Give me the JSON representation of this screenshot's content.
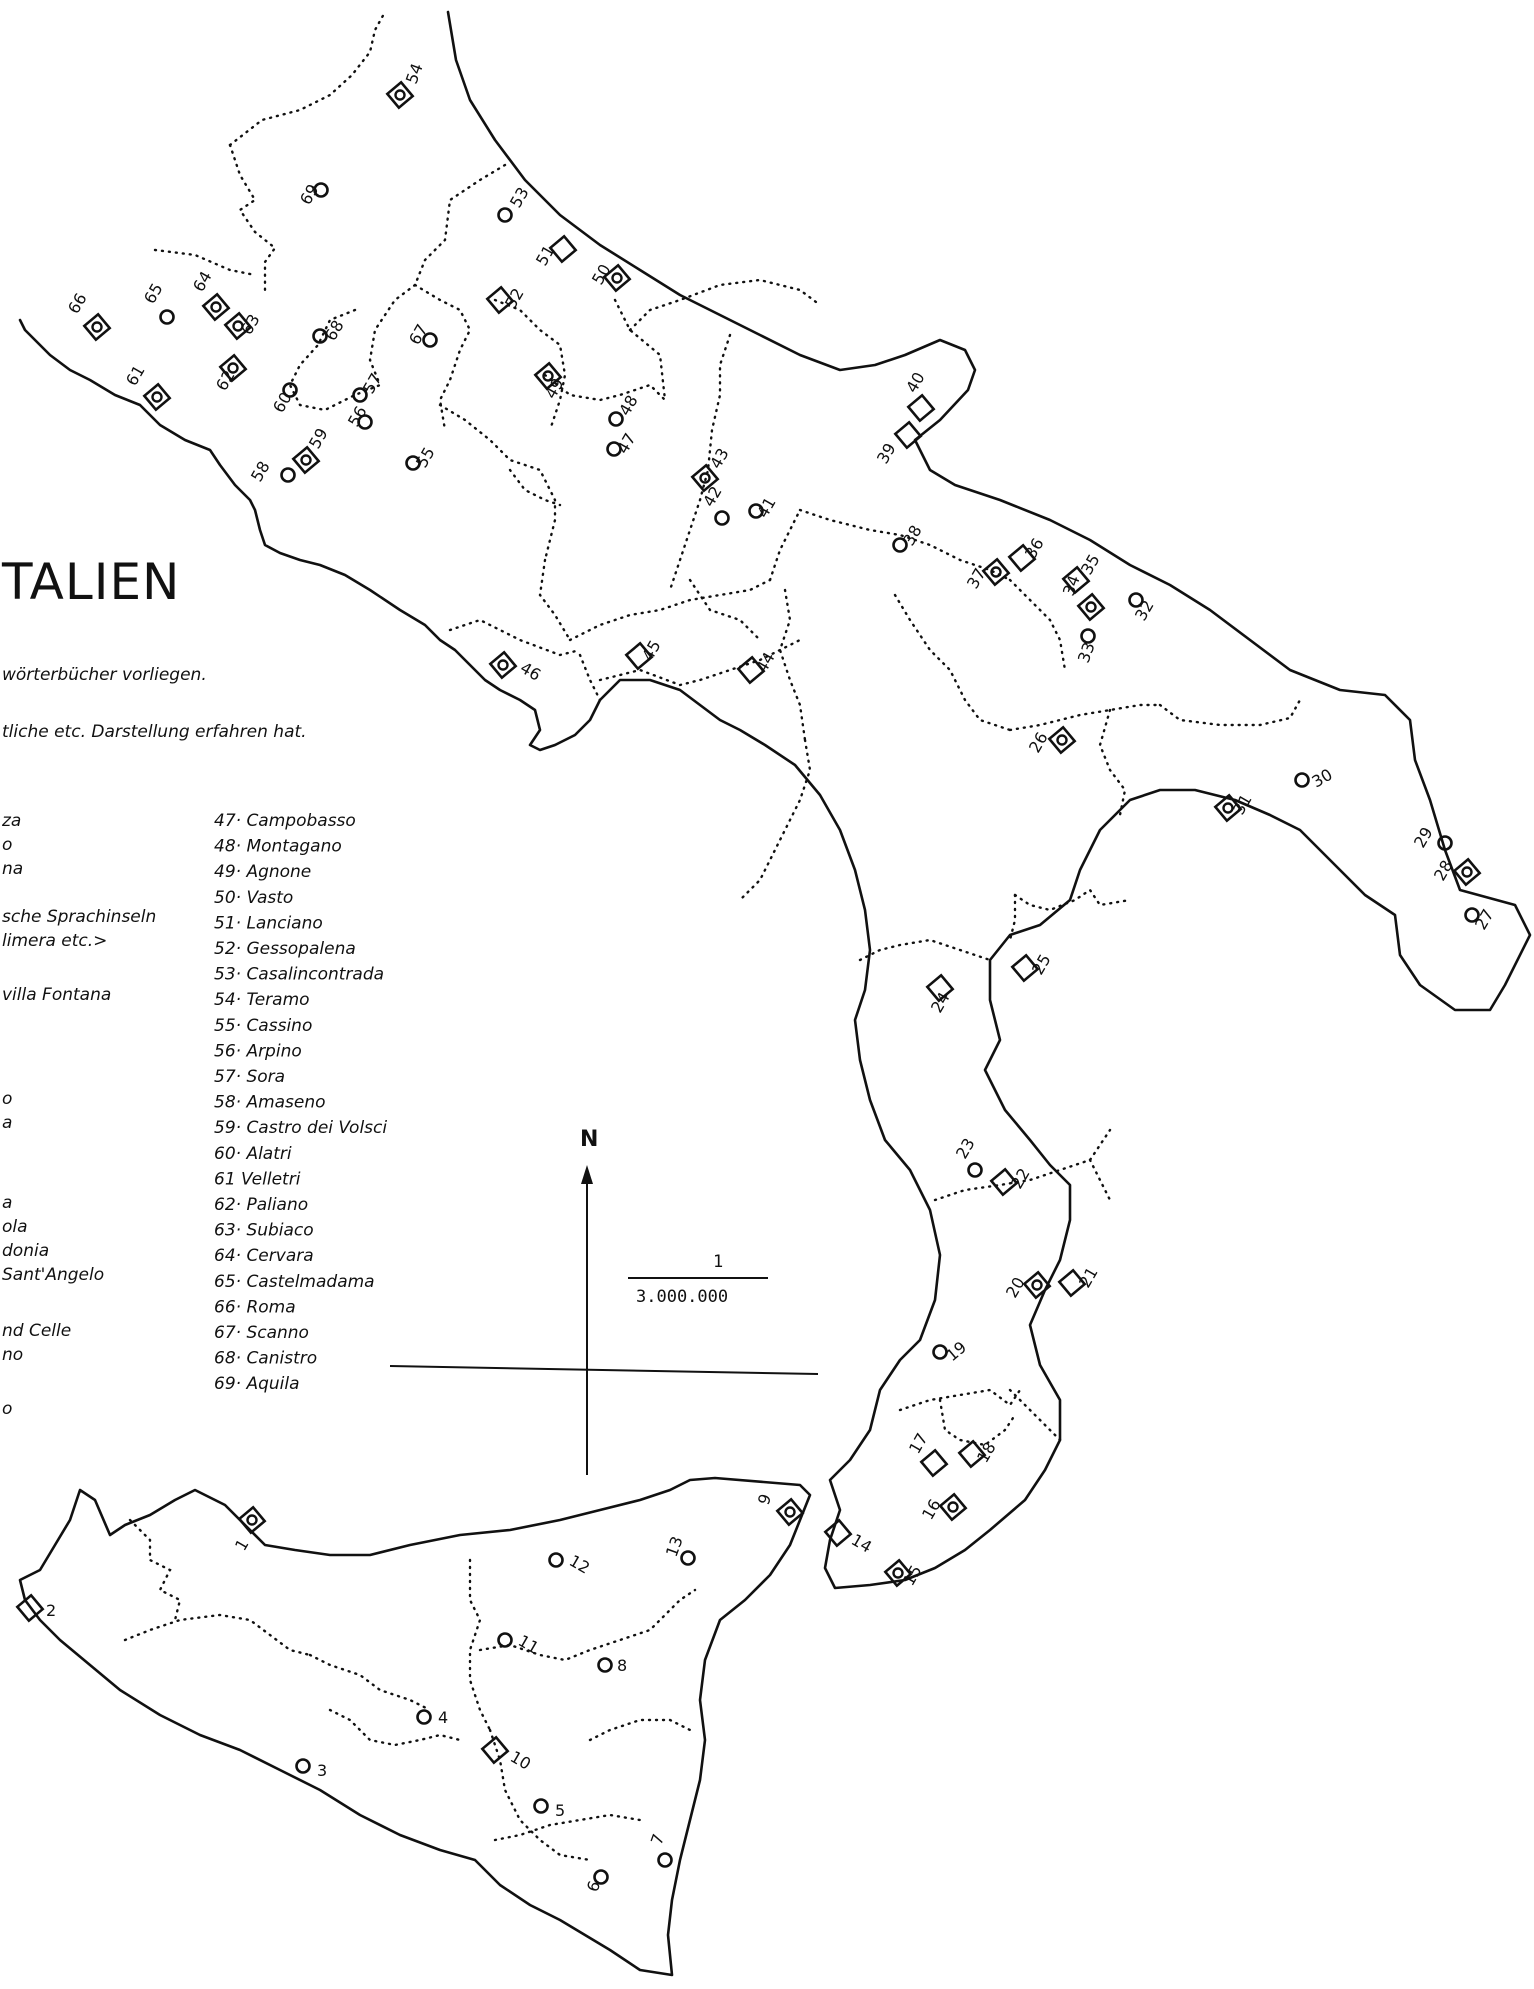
{
  "title": "TALIEN",
  "notes": [
    "wörterbücher vorliegen.",
    "tliche etc. Darstellung erfahren hat."
  ],
  "scale": {
    "numerator": "1",
    "denominator": "3.000.000"
  },
  "north": "N",
  "legend_left_fragments": [
    "za",
    "o",
    "na",
    "",
    "sche Sprachinseln",
    "limera etc.>",
    "",
    "villa Fontana",
    "",
    "",
    "",
    "o",
    "a",
    "",
    "a",
    "ola",
    "donia",
    "Sant'Angelo",
    "",
    "nd Celle",
    "no",
    "",
    "o"
  ],
  "legend": [
    "47· Campobasso",
    "48· Montagano",
    "49· Agnone",
    "50· Vasto",
    "51· Lanciano",
    "52· Gessopalena",
    "53· Casalincontrada",
    "54· Teramo",
    "55· Cassino",
    "56· Arpino",
    "57· Sora",
    "58· Amaseno",
    "59· Castro dei Volsci",
    "60· Alatri",
    "61 Velletri",
    "62· Paliano",
    "63· Subiaco",
    "64· Cervara",
    "65· Castelmadama",
    "66· Roma",
    "67· Scanno",
    "68· Canistro",
    "69· Aquila"
  ],
  "markers": [
    {
      "id": "1",
      "sym": "square-circle"
    },
    {
      "id": "2",
      "sym": "square"
    },
    {
      "id": "3",
      "sym": "circle"
    },
    {
      "id": "4",
      "sym": "circle"
    },
    {
      "id": "5",
      "sym": "circle"
    },
    {
      "id": "6",
      "sym": "circle"
    },
    {
      "id": "7",
      "sym": "circle"
    },
    {
      "id": "8",
      "sym": "circle"
    },
    {
      "id": "9",
      "sym": "square-circle"
    },
    {
      "id": "10",
      "sym": "square"
    },
    {
      "id": "11",
      "sym": "circle"
    },
    {
      "id": "12",
      "sym": "circle"
    },
    {
      "id": "13",
      "sym": "circle"
    },
    {
      "id": "14",
      "sym": "square"
    },
    {
      "id": "15",
      "sym": "square-circle"
    },
    {
      "id": "16",
      "sym": "square-circle"
    },
    {
      "id": "17",
      "sym": "square"
    },
    {
      "id": "18",
      "sym": "square"
    },
    {
      "id": "19",
      "sym": "circle"
    },
    {
      "id": "20",
      "sym": "square-circle"
    },
    {
      "id": "21",
      "sym": "square"
    },
    {
      "id": "22",
      "sym": "square"
    },
    {
      "id": "23",
      "sym": "circle"
    },
    {
      "id": "24",
      "sym": "square"
    },
    {
      "id": "25",
      "sym": "square"
    },
    {
      "id": "26",
      "sym": "square-circle"
    },
    {
      "id": "27",
      "sym": "circle"
    },
    {
      "id": "28",
      "sym": "square-circle"
    },
    {
      "id": "29",
      "sym": "circle"
    },
    {
      "id": "30",
      "sym": "circle"
    },
    {
      "id": "31",
      "sym": "square-circle"
    },
    {
      "id": "32",
      "sym": "circle"
    },
    {
      "id": "33",
      "sym": "circle"
    },
    {
      "id": "34",
      "sym": "square-circle"
    },
    {
      "id": "35",
      "sym": "square"
    },
    {
      "id": "36",
      "sym": "square"
    },
    {
      "id": "37",
      "sym": "square-circle"
    },
    {
      "id": "38",
      "sym": "circle"
    },
    {
      "id": "39",
      "sym": "square"
    },
    {
      "id": "40",
      "sym": "square"
    },
    {
      "id": "41",
      "sym": "circle"
    },
    {
      "id": "42",
      "sym": "circle"
    },
    {
      "id": "43",
      "sym": "square-circle"
    },
    {
      "id": "44",
      "sym": "square"
    },
    {
      "id": "45",
      "sym": "square"
    },
    {
      "id": "46",
      "sym": "square-circle"
    },
    {
      "id": "47",
      "sym": "circle"
    },
    {
      "id": "48",
      "sym": "circle"
    },
    {
      "id": "49",
      "sym": "square-circle"
    },
    {
      "id": "50",
      "sym": "square-circle"
    },
    {
      "id": "51",
      "sym": "square"
    },
    {
      "id": "52",
      "sym": "square"
    },
    {
      "id": "53",
      "sym": "circle"
    },
    {
      "id": "54",
      "sym": "square-circle"
    },
    {
      "id": "55",
      "sym": "circle"
    },
    {
      "id": "56",
      "sym": "circle"
    },
    {
      "id": "57",
      "sym": "circle"
    },
    {
      "id": "58",
      "sym": "circle"
    },
    {
      "id": "59",
      "sym": "square-circle"
    },
    {
      "id": "60",
      "sym": "circle"
    },
    {
      "id": "61",
      "sym": "square-circle"
    },
    {
      "id": "62",
      "sym": "square-circle"
    },
    {
      "id": "63",
      "sym": "square-circle"
    },
    {
      "id": "64",
      "sym": "square-circle"
    },
    {
      "id": "65",
      "sym": "circle"
    },
    {
      "id": "66",
      "sym": "square-circle"
    },
    {
      "id": "67",
      "sym": "circle"
    },
    {
      "id": "68",
      "sym": "circle"
    },
    {
      "id": "69",
      "sym": "circle"
    }
  ]
}
